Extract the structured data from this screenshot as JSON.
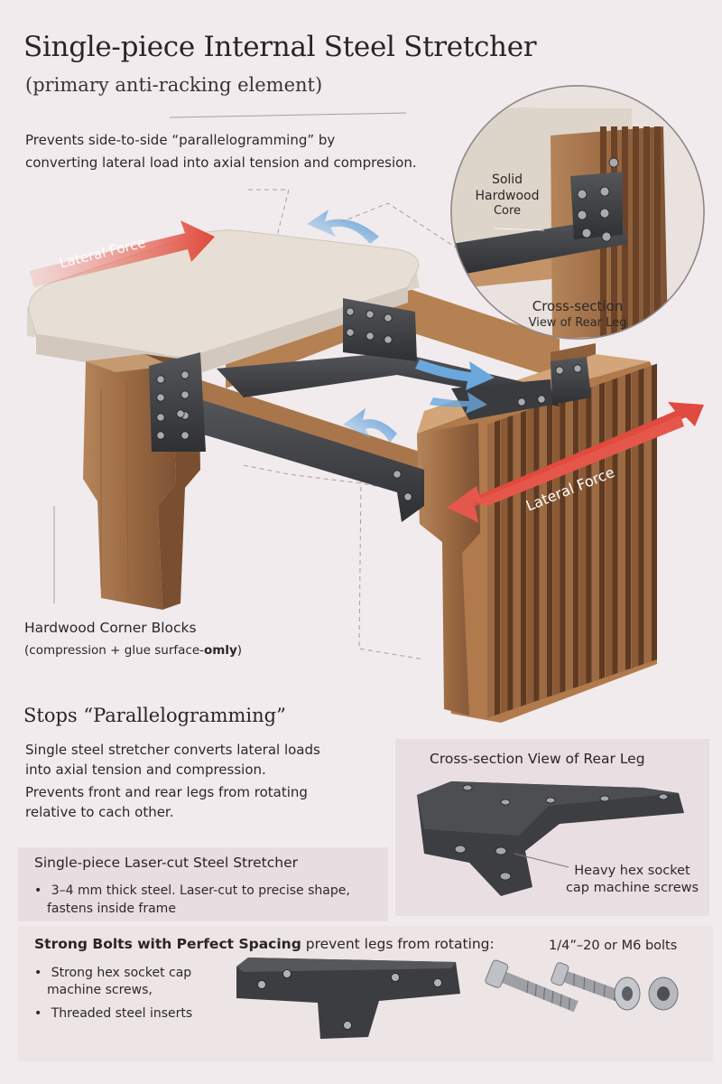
{
  "header": {
    "title": "Single-piece Internal Steel Stretcher",
    "subtitle": "(primary anti-racking element)"
  },
  "intro": {
    "line1": "Prevents side-to-side “parallelogramming” by",
    "line2": "converting lateral load into axial tension and compresion."
  },
  "callouts": {
    "core_line1": "Solid",
    "core_line2": "Hardwood",
    "core_line3": "Core",
    "inset_line1": "Cross-section",
    "inset_line2": "View of Rear Leg",
    "lateral_force_left": "Lateral Force",
    "lateral_force_right": "Lateral Force",
    "corner_blocks_title": "Hardwood Corner Blocks",
    "corner_blocks_note_a": "(compression + glue surface-",
    "corner_blocks_note_b": "omly",
    "corner_blocks_note_c": ")"
  },
  "stops": {
    "heading": "Stops “Parallelogramming”",
    "line1": "Single steel stretcher converts lateral loads",
    "line2": "into axial tension and compression.",
    "line3": "Prevents front and rear legs from rotating",
    "line4": "relative to cach other."
  },
  "crosssection_panel": {
    "title": "Cross-section View of Rear Leg",
    "screws_line1": "Heavy hex socket",
    "screws_line2": "cap machine screws"
  },
  "laser_panel": {
    "title": "Single-piece Laser-cut Steel Stretcher",
    "bullet_line1": "3–4 mm thick steel. Laser-cut to precise shape,",
    "bullet_line2": "fastens inside frame"
  },
  "bolts_panel": {
    "title_bold": "Strong Bolts with Perfect Spacing",
    "title_rest": " prevent legs from rotating:",
    "bolt_spec": "1/4”–20 or M6 bolts",
    "bullet1_line1": "Strong hex socket cap",
    "bullet1_line2": "machine screws,",
    "bullet2": "Threaded steel inserts"
  },
  "bullet_glyph": "•",
  "colors": {
    "background": "#f1ebed",
    "force_arrow": "#e14a3e",
    "motion_arrow": "#5f9fd6",
    "steel": "#3b3b3d",
    "wood": "#9a6a43",
    "cushion": "#e4dcd2"
  }
}
